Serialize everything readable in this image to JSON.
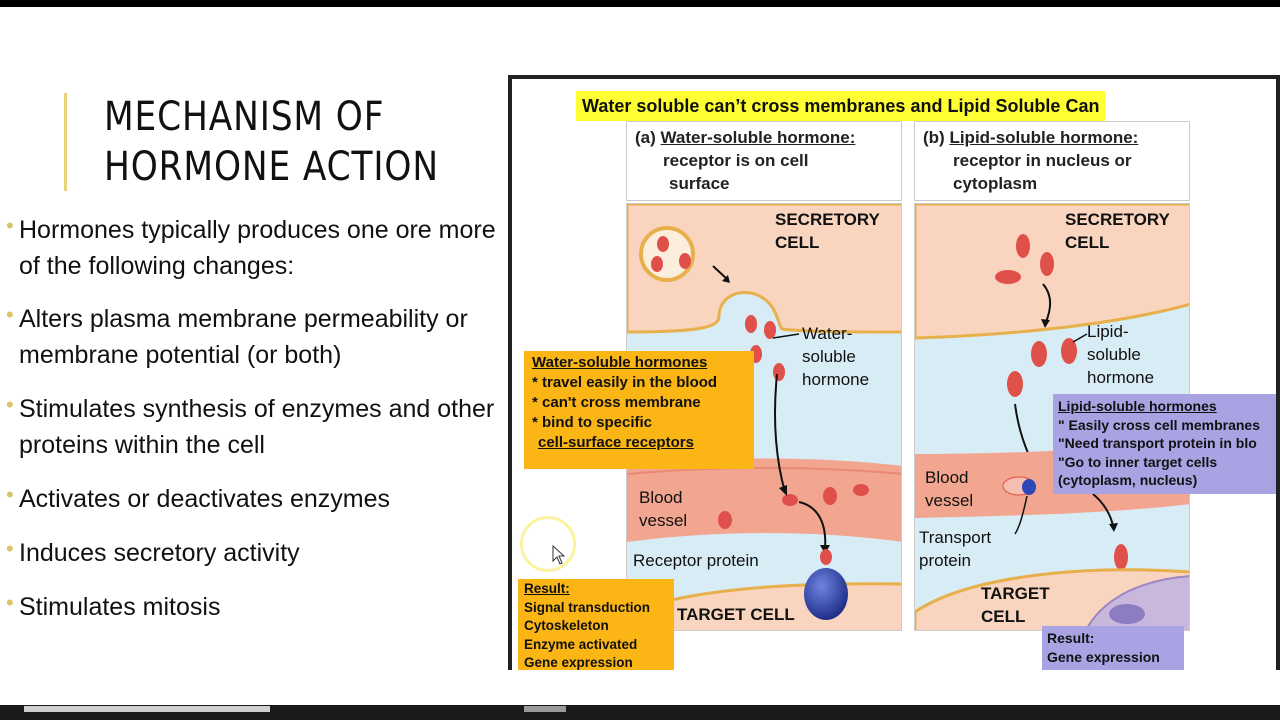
{
  "slide": {
    "title_line1": "MECHANISM OF",
    "title_line2": "HORMONE ACTION",
    "bullets": [
      "Hormones typically produces one ore more of the following changes:",
      "Alters plasma membrane permeability or membrane potential (or both)",
      "Stimulates synthesis of enzymes and other proteins within the cell",
      "Activates or deactivates enzymes",
      "Induces secretory activity",
      "Stimulates mitosis"
    ],
    "colors": {
      "accent": "#e8d27a",
      "bullet_marker": "#d8c26a"
    }
  },
  "diagram": {
    "headline": "Water soluble can’t cross membranes and Lipid Soluble Can",
    "panel_a": {
      "heading_label": "(a)",
      "heading_title": "Water-soluble hormone:",
      "heading_line2": "receptor is on cell",
      "heading_line3": "surface",
      "secretory_cell": [
        "SECRETORY",
        "CELL"
      ],
      "hormone_label": [
        "Water-",
        "soluble",
        "hormone"
      ],
      "blood_vessel": [
        "Blood",
        "vessel"
      ],
      "receptor_protein": "Receptor protein",
      "target_cell": "TARGET CELL",
      "note_title": "Water-soluble hormones",
      "note_lines": [
        "* travel easily in the blood",
        "* can't cross membrane",
        "* bind to specific"
      ],
      "note_last": "cell-surface receptors",
      "result_title": "Result:",
      "result_lines": [
        "Signal transduction",
        "Cytoskeleton",
        "Enzyme activated",
        "Gene expression"
      ]
    },
    "panel_b": {
      "heading_label": "(b)",
      "heading_title": "Lipid-soluble hormone:",
      "heading_line2": "receptor in nucleus or",
      "heading_line3": "cytoplasm",
      "secretory_cell": [
        "SECRETORY",
        "CELL"
      ],
      "hormone_label": [
        "Lipid-",
        "soluble",
        "hormone"
      ],
      "blood_vessel": [
        "Blood",
        "vessel"
      ],
      "transport_protein": [
        "Transport",
        "protein"
      ],
      "target_cell": [
        "TARGET",
        "CELL"
      ],
      "note_title": "Lipid-soluble hormones",
      "note_lines": [
        "\" Easily cross cell membranes",
        "\"Need transport protein in blo",
        "\"Go to inner target cells",
        "(cytoplasm, nucleus)"
      ],
      "result_title": "Result:",
      "result_line": "Gene expression"
    },
    "colors": {
      "highlight": "#ffff33",
      "orange_note": "#fbb514",
      "purple_note": "#a9a3e3",
      "cell": "#f9d5bf",
      "background_fluid": "#d8ecf6",
      "hormone": "#e0504a",
      "receptor": "#2b47b8"
    }
  }
}
